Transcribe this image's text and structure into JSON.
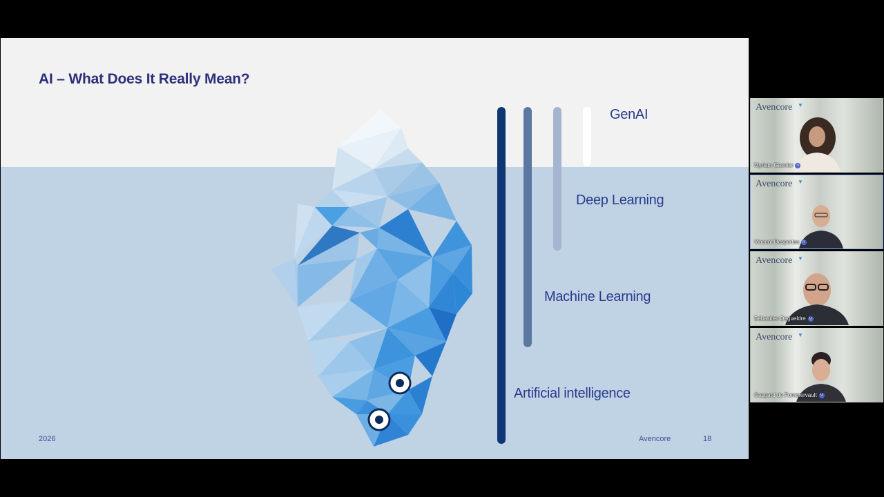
{
  "slide": {
    "title": "AI – What Does It Really Mean?",
    "tiers": [
      {
        "label": "GenAI"
      },
      {
        "label": "Deep Learning"
      },
      {
        "label": "Machine Learning"
      },
      {
        "label": "Artificial intelligence"
      }
    ],
    "footer": {
      "year": "2026",
      "brand": "Avencore",
      "page": "18"
    }
  },
  "participants": [
    {
      "name": "Myriam Gasnier",
      "logo": "Avencore",
      "speaking": false
    },
    {
      "name": "Vincent Desportes",
      "logo": "Avencore",
      "speaking": true
    },
    {
      "name": "Sébastien Degueldre",
      "logo": "Avencore",
      "speaking": false
    },
    {
      "name": "Gaspard de Fommervault",
      "logo": "Avencore",
      "speaking": false
    }
  ],
  "icons": {
    "tile_logo_mark": "triangle-mark-icon",
    "mic_status": "mic-icon"
  },
  "colors": {
    "title": "#2c2f7a",
    "water": "#bfd3e5",
    "sky": "#f2f2f2",
    "bar_dark": "#0e3672"
  }
}
